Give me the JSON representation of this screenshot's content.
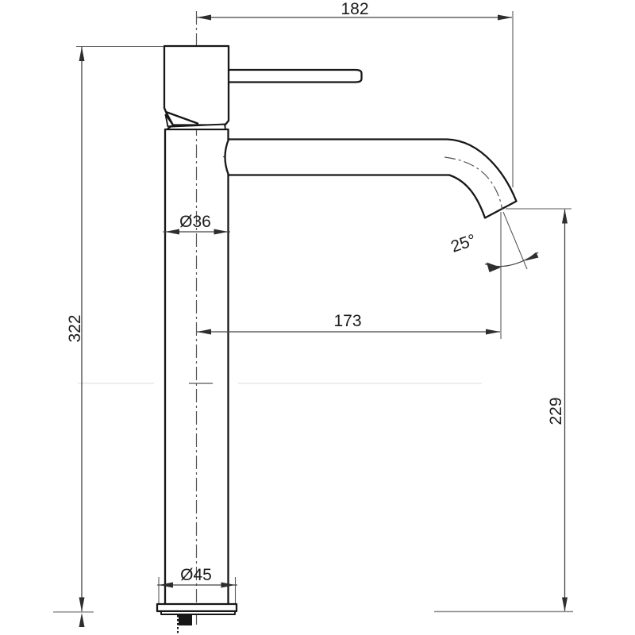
{
  "drawing": {
    "background": "#ffffff",
    "outline_color": "#171717",
    "dimension_color": "#454545",
    "labels": {
      "spout_offset": "182",
      "total_height": "322",
      "body_diameter": "Ø36",
      "spout_reach": "173",
      "spout_angle": "25°",
      "outlet_height": "229",
      "base_diameter": "Ø45"
    }
  }
}
